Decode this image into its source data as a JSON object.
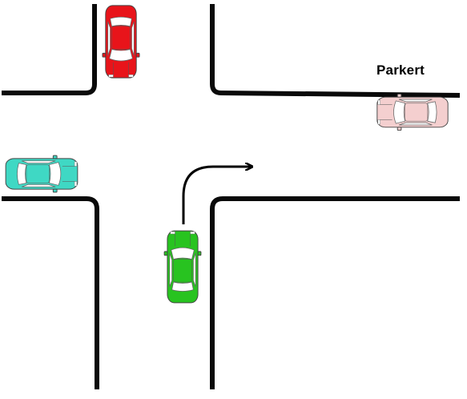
{
  "labels": {
    "parked": "Parkert"
  },
  "cars": [
    {
      "id": "red",
      "color": "#e8141a",
      "heading": "south",
      "state": "moving"
    },
    {
      "id": "pink",
      "color": "#f4cfcf",
      "heading": "west",
      "state": "parked"
    },
    {
      "id": "cyan",
      "color": "#3fd8c4",
      "heading": "east",
      "state": "moving"
    },
    {
      "id": "green",
      "color": "#28c320",
      "heading": "north",
      "state": "turning-right"
    }
  ],
  "arrow": {
    "meaning": "right-turn",
    "color": "#000000"
  }
}
